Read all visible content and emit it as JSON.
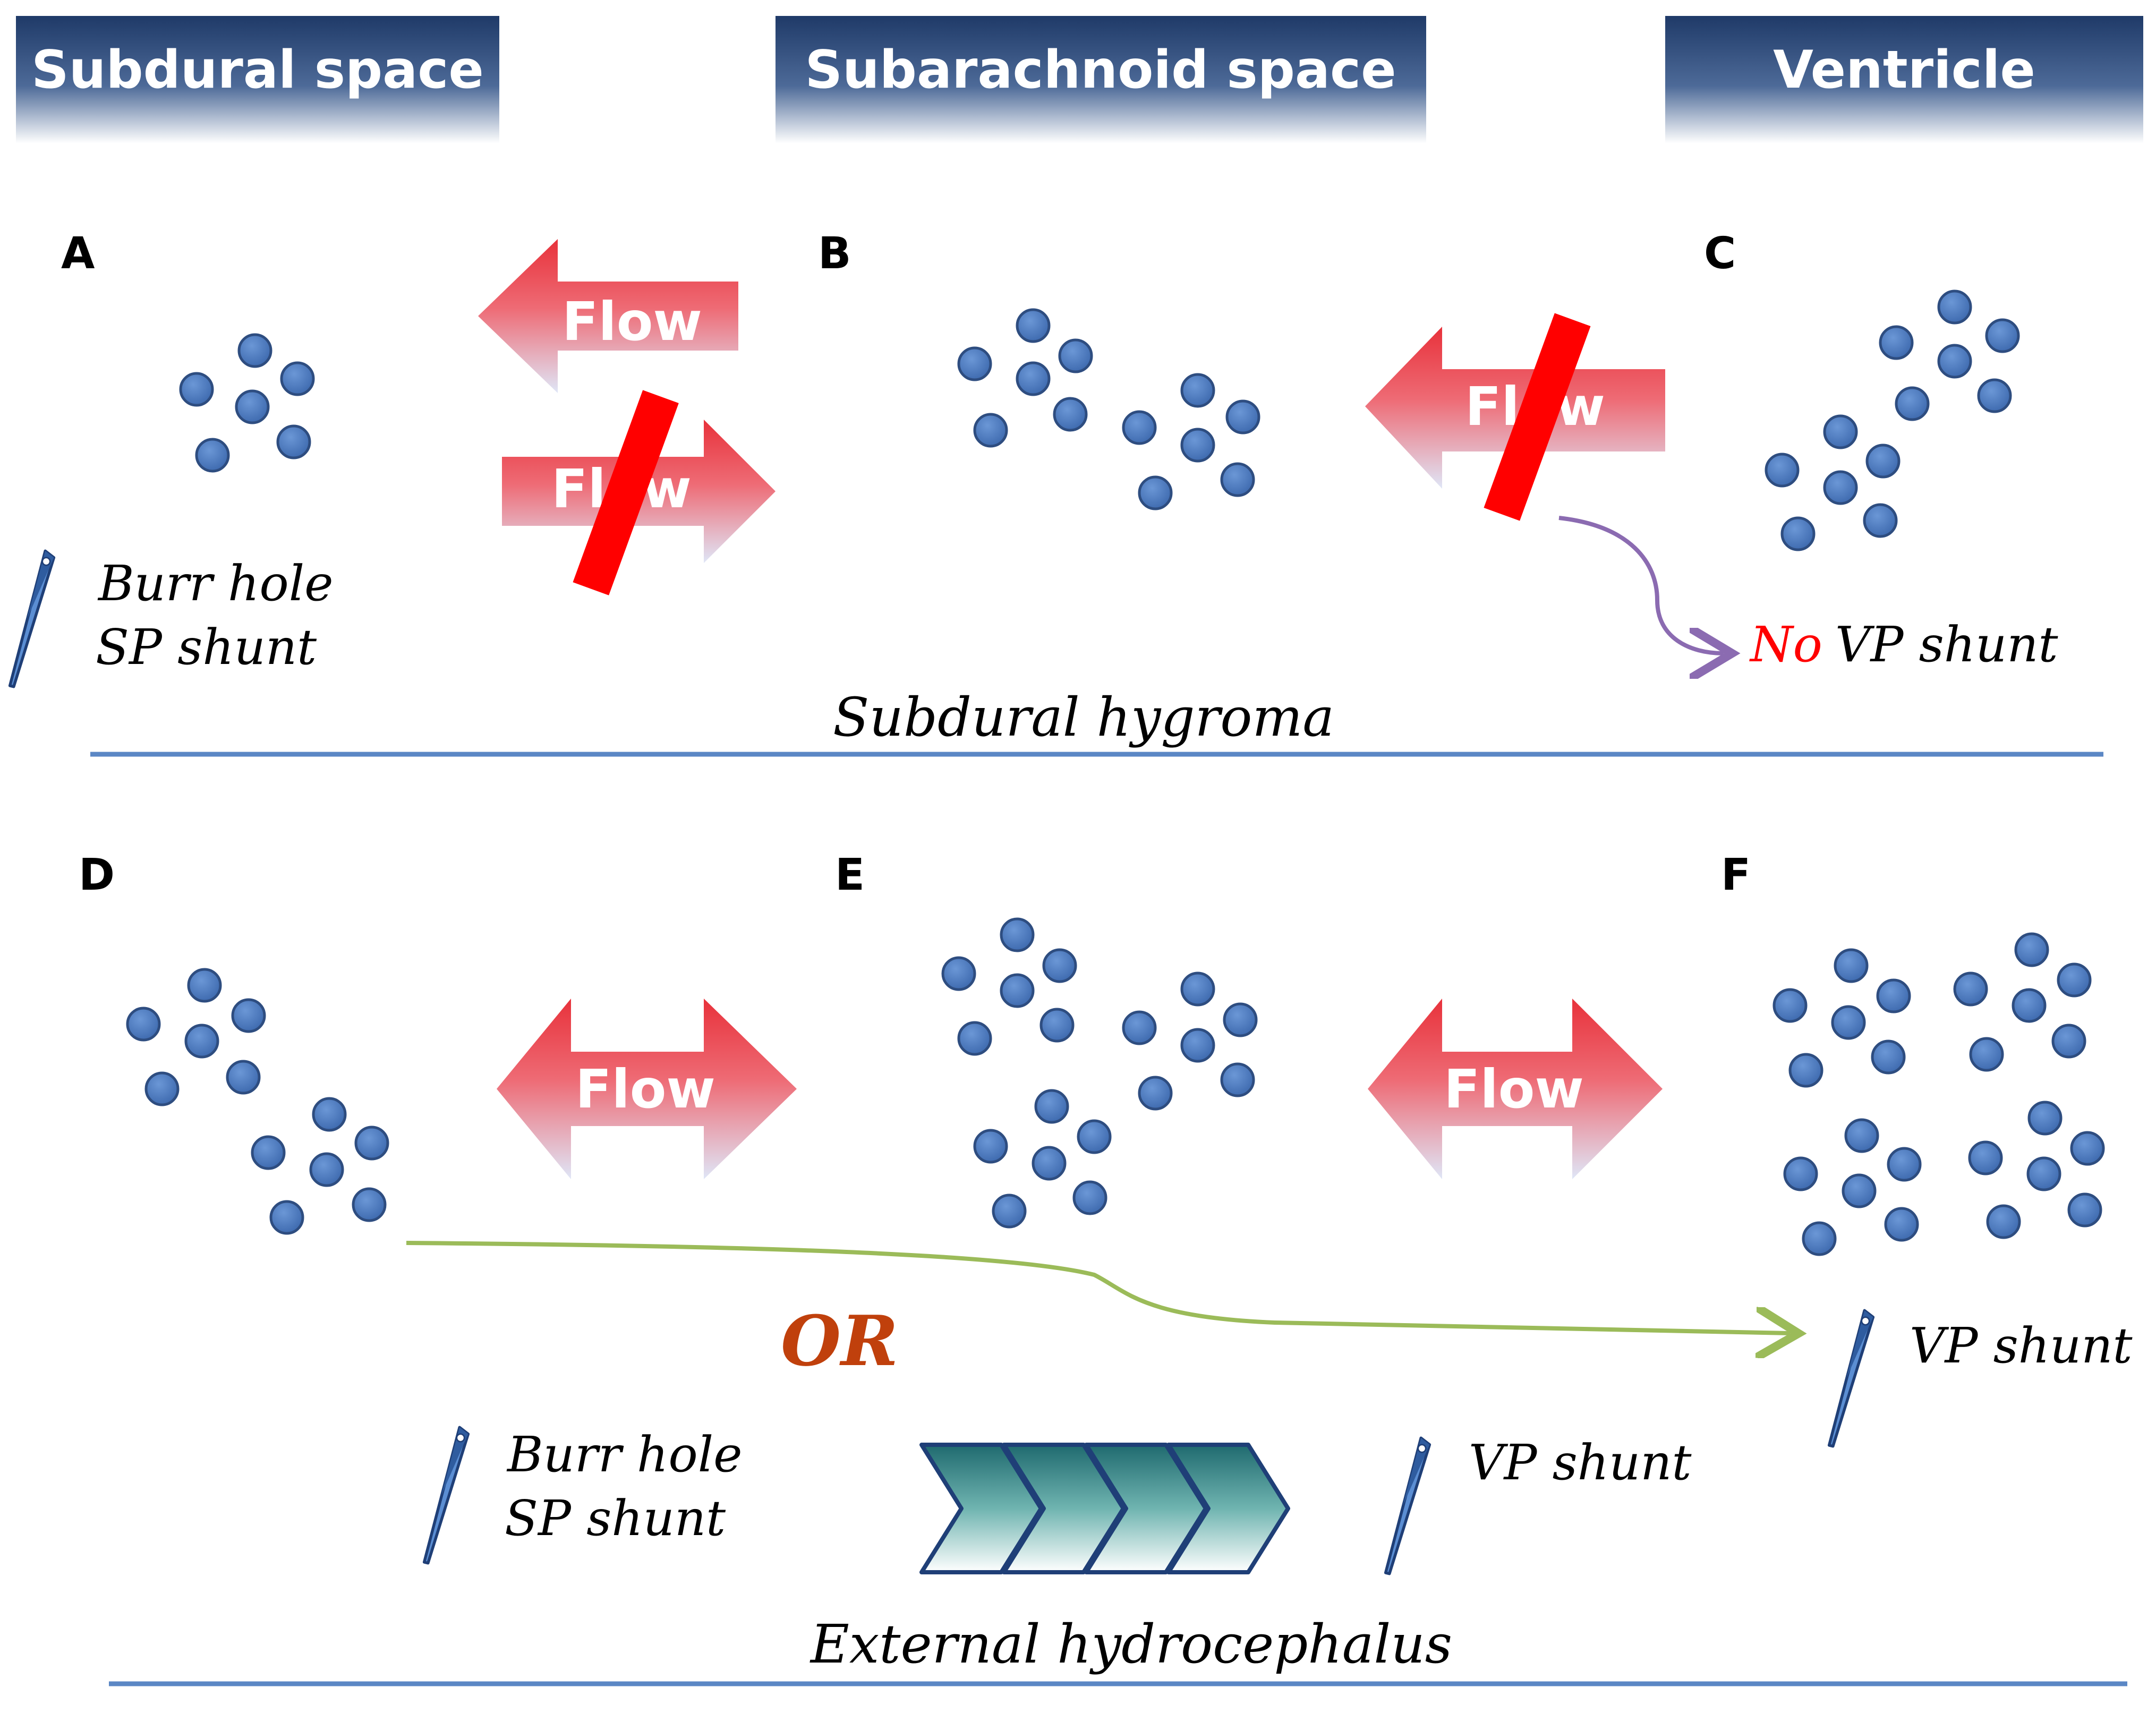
{
  "columns": [
    {
      "id": "subdural",
      "label": "Subdural space"
    },
    {
      "id": "subarachnoid",
      "label": "Subarachnoid  space"
    },
    {
      "id": "ventricle",
      "label": "Ventricle"
    }
  ],
  "panels": {
    "A": "A",
    "B": "B",
    "C": "C",
    "D": "D",
    "E": "E",
    "F": "F"
  },
  "flow_label": "Flow",
  "sections": {
    "top_caption": "Subdural hygroma",
    "bottom_caption": "External hydrocephalus"
  },
  "annotations": {
    "top_left_line1": "Burr hole",
    "top_left_line2": "SP shunt",
    "no_word": "No",
    "no_vp_rest": "VP shunt",
    "or_word": "OR",
    "f_vp_shunt": "VP shunt",
    "bottom_left_line1": "Burr hole",
    "bottom_left_line2": "SP shunt",
    "bottom_mid_vp_shunt": "VP shunt"
  },
  "colors": {
    "header_top": "#1f3a68",
    "header_bottom": "#ffffff",
    "arrow_red": "#e8323b",
    "arrow_light": "#dfe6f7",
    "blocked_bar": "#ff0000",
    "dot_fill": "#4a7ac2",
    "dot_stroke": "#2e4d80",
    "divider": "#5b87c5",
    "purple_arrow": "#8b6bb1",
    "green_arrow": "#9bbb59",
    "no_word": "#ff0000",
    "or_word": "#c0400c",
    "chevron_dark": "#1f5a6a",
    "chevron_light": "#ffffff"
  },
  "icons": [
    "scalpel-icon",
    "chevron-progress-icon"
  ]
}
